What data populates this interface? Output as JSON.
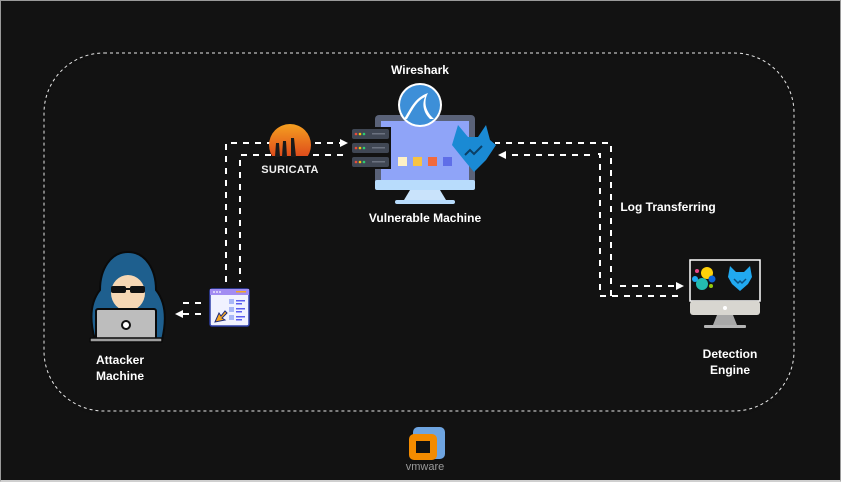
{
  "diagram": {
    "environment_label": "vmware",
    "nodes": {
      "wireshark": {
        "label": "Wireshark",
        "icon": "wireshark-fin-icon"
      },
      "vulnerable_machine": {
        "label": "Vulnerable Machine",
        "icon": "desktop-monitor-icon"
      },
      "suricata": {
        "label": "SURICATA",
        "icon": "suricata-logo-icon"
      },
      "attacker": {
        "label_line1": "Attacker",
        "label_line2": "Machine",
        "icon": "hacker-laptop-icon"
      },
      "web_app": {
        "icon": "web-app-click-icon"
      },
      "detection_engine": {
        "label_line1": "Detection",
        "label_line2": "Engine",
        "icon": "monitor-icon"
      },
      "wazuh_agent": {
        "icon": "wazuh-fox-icon"
      },
      "elastic": {
        "icon": "elastic-logo-icon"
      }
    },
    "edges": [
      {
        "from": "web_app",
        "to": "vulnerable_machine",
        "style": "dashed"
      },
      {
        "from": "vulnerable_machine",
        "to": "web_app",
        "style": "dashed"
      },
      {
        "from": "web_app",
        "to": "attacker",
        "style": "dashed"
      },
      {
        "from": "detection_engine",
        "to": "vulnerable_machine",
        "style": "dashed"
      },
      {
        "from": "vulnerable_machine",
        "to": "detection_engine",
        "style": "dashed",
        "label": "Log Transferring"
      }
    ],
    "colors": {
      "background": "#121212",
      "line": "#ffffff",
      "wazuh_blue": "#1a8ad4",
      "screen_blue": "#8fa4f8",
      "suricata_orange": "#f07a1a",
      "vmware_orange": "#f38b00",
      "vmware_blue": "#6ea4e0"
    }
  }
}
